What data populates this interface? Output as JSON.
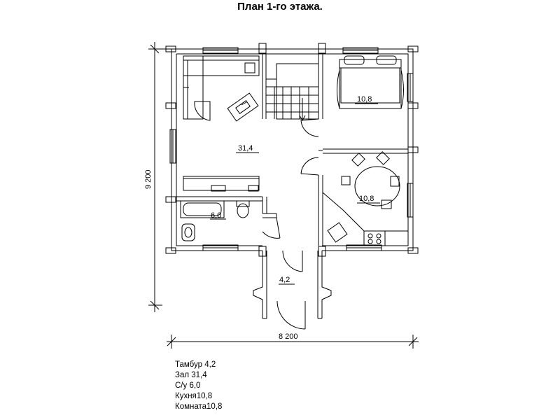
{
  "title": "План 1-го этажа.",
  "dimensions": {
    "height": "9 200",
    "width": "8 200"
  },
  "rooms": {
    "hall": "31,4",
    "bedroom": "10,8",
    "kitchen": "10,8",
    "bathroom": "6,0",
    "vestibule": "4,2"
  },
  "legend": [
    "Тамбур 4,2",
    "Зал 31,4",
    "С/у 6,0",
    "Кухня10,8",
    "Комната10,8"
  ]
}
